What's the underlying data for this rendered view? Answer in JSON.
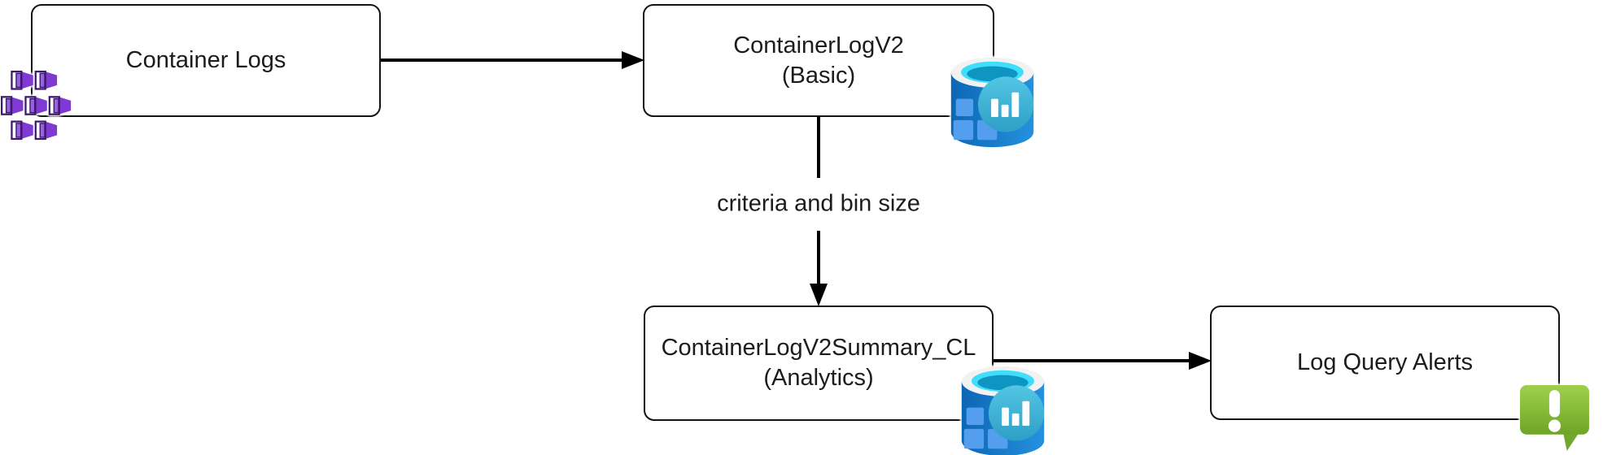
{
  "diagram": {
    "background": "#ffffff",
    "nodes": {
      "container_logs": {
        "label": "Container Logs",
        "icon": "container-instances-icon"
      },
      "container_log_v2": {
        "title": "ContainerLogV2",
        "subtitle": "(Basic)",
        "icon": "log-analytics-table-icon"
      },
      "summary_table": {
        "title": "ContainerLogV2Summary_CL",
        "subtitle": "(Analytics)",
        "icon": "log-analytics-table-icon"
      },
      "log_query_alerts": {
        "label": "Log Query Alerts",
        "icon": "alert-bubble-icon"
      }
    },
    "edges": {
      "v2_to_summary_label": "criteria and bin size"
    },
    "colors": {
      "line": "#000000",
      "box_border": "#141414",
      "text": "#1c1c1c",
      "container_face": "#ffffff",
      "container_door": "#9b5fe3",
      "container_side": "#7e3ad2",
      "container_outline": "#3d1a70",
      "db_body_left": "#0d66b4",
      "db_body_right": "#2492df",
      "db_ring": "#f2f2f2",
      "db_cyan": "#3fdefb",
      "db_teal": "#0e95c2",
      "db_lens_top": "#52c6e4",
      "db_lens_bottom": "#2f9fc6",
      "db_square": "#539fee",
      "db_bar": "#ffffff",
      "alert_green_top": "#9ed04b",
      "alert_green_bottom": "#6fa527",
      "alert_tail": "#73a72b",
      "alert_glyph": "#ffffff"
    }
  }
}
